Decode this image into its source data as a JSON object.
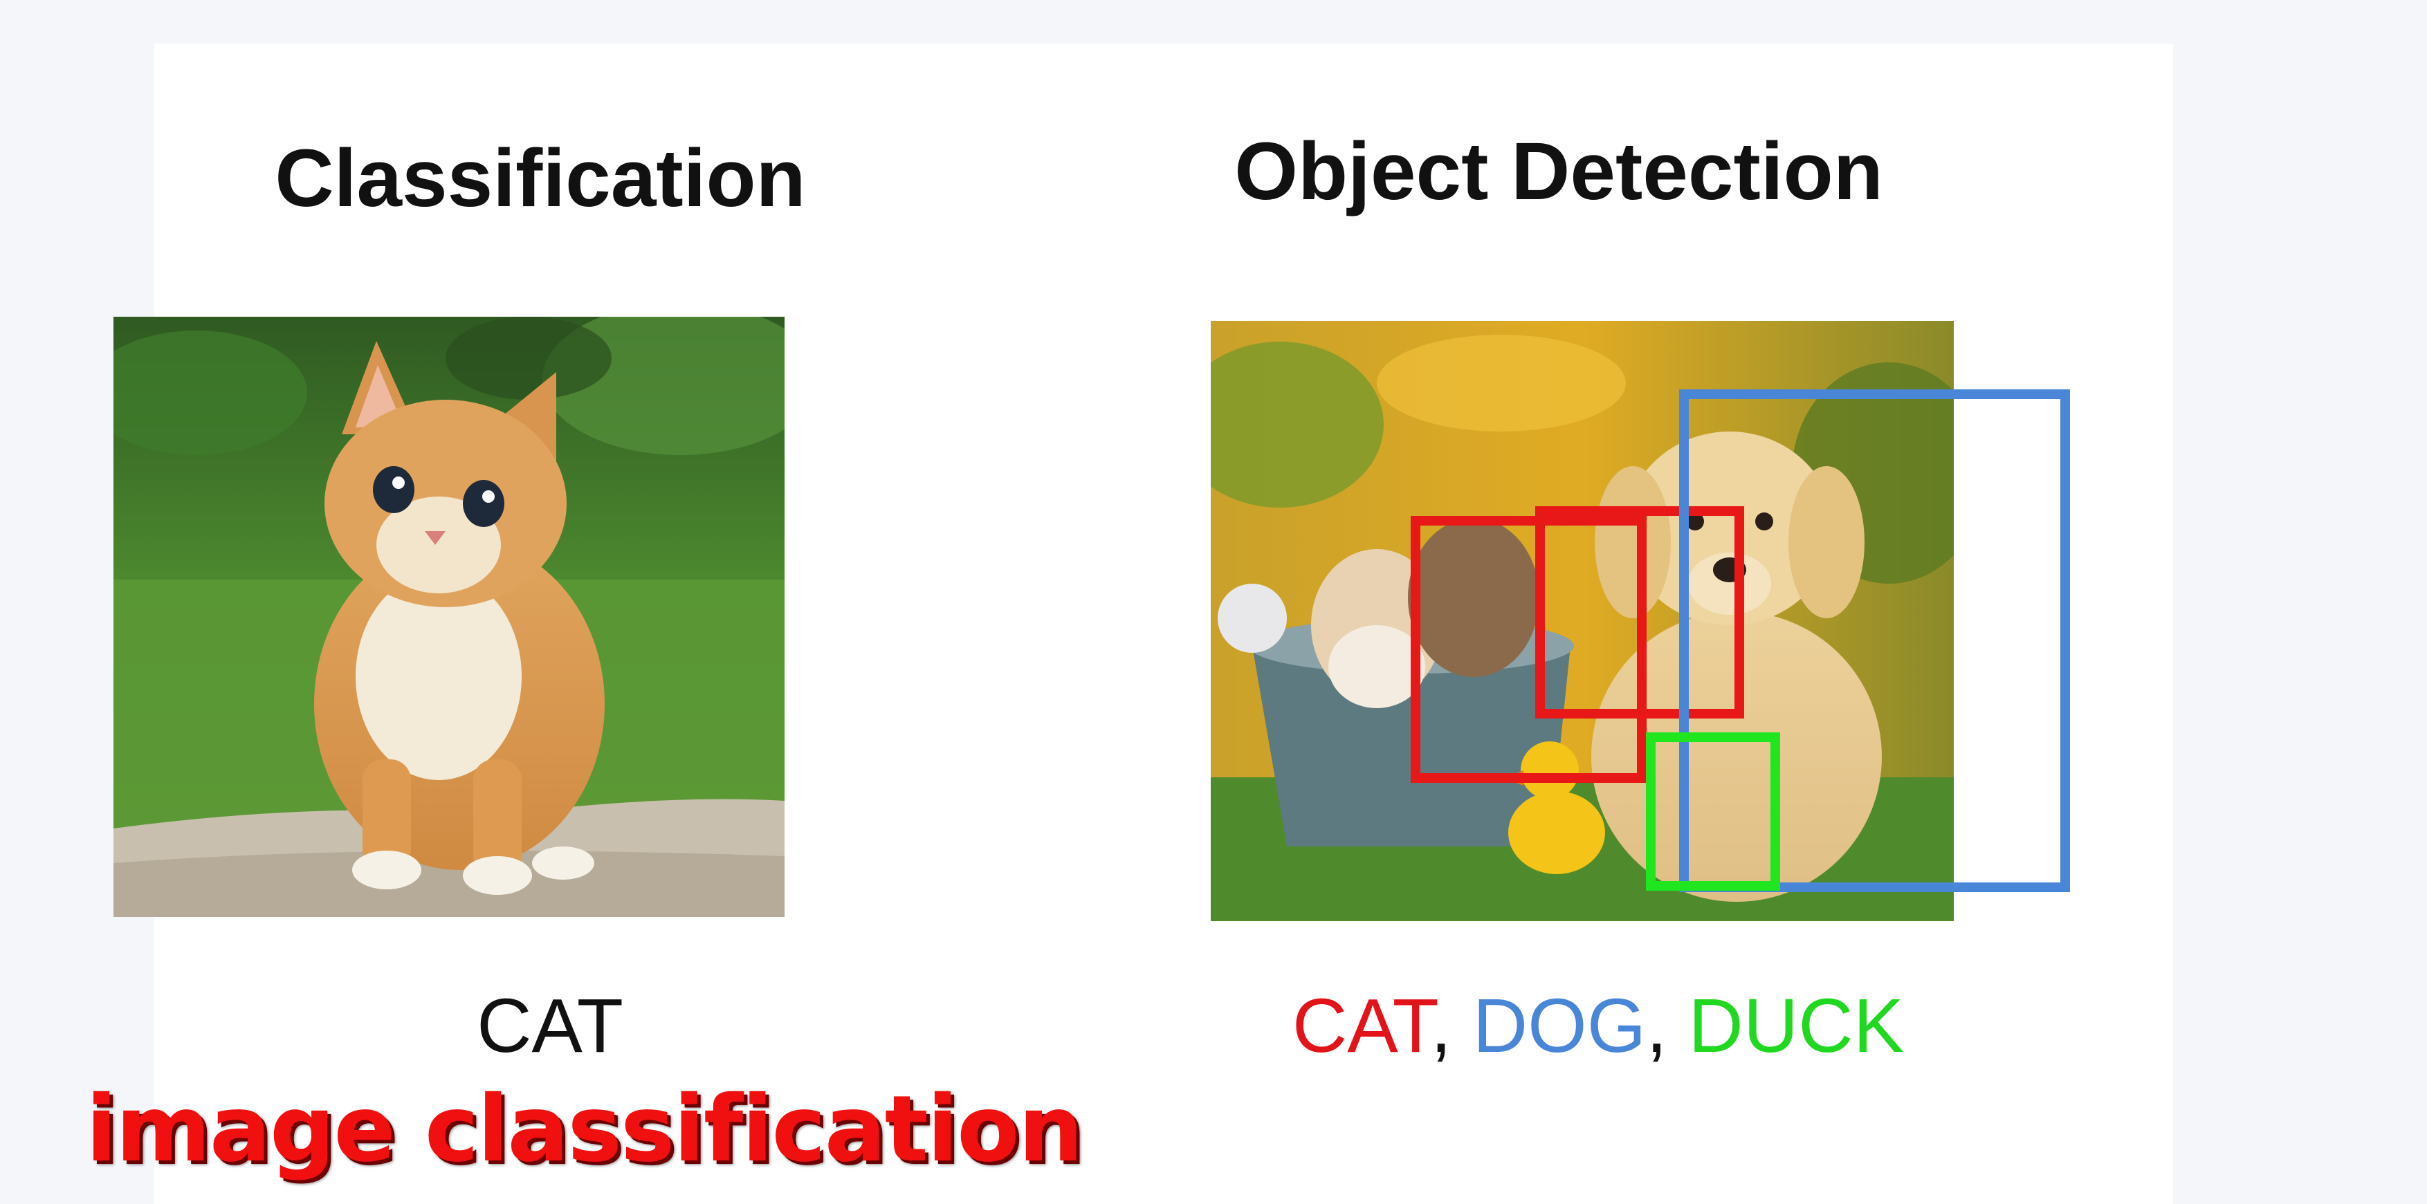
{
  "classification": {
    "title": "Classification",
    "caption": "CAT"
  },
  "detection": {
    "title": "Object Detection",
    "labels": [
      {
        "text": "CAT",
        "color": "#e3131a"
      },
      {
        "text": ", ",
        "color": "#111111"
      },
      {
        "text": "DOG",
        "color": "#4a86d8"
      },
      {
        "text": ", ",
        "color": "#111111"
      },
      {
        "text": "DUCK",
        "color": "#1fd81f"
      }
    ],
    "box_colors": {
      "cat": "#e81818",
      "dog": "#4a86d8",
      "duck": "#1fe61f"
    }
  },
  "overlay_text": "image classification"
}
